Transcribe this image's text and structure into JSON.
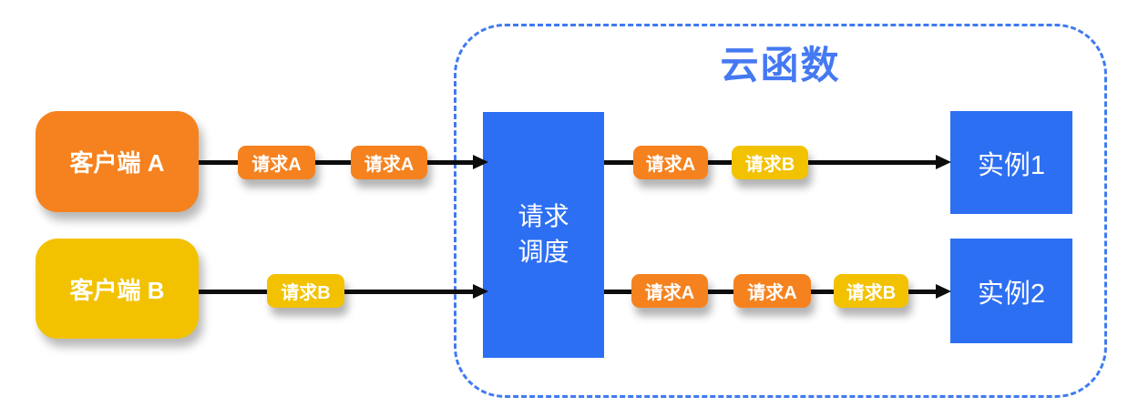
{
  "diagram": {
    "cloud": {
      "title": "云函数"
    },
    "clients": [
      {
        "label": "客户端 A",
        "color": "#f5821f"
      },
      {
        "label": "客户端 B",
        "color": "#f2c200"
      }
    ],
    "dispatcher": {
      "lines": [
        "请求",
        "调度"
      ]
    },
    "instances": [
      {
        "label": "实例1"
      },
      {
        "label": "实例2"
      }
    ],
    "flows": [
      {
        "name": "client-a-to-dispatcher",
        "chips": [
          {
            "label": "请求A",
            "color": "orange"
          },
          {
            "label": "请求A",
            "color": "orange"
          }
        ]
      },
      {
        "name": "client-b-to-dispatcher",
        "chips": [
          {
            "label": "请求B",
            "color": "yellow"
          }
        ]
      },
      {
        "name": "dispatcher-to-instance-1",
        "chips": [
          {
            "label": "请求A",
            "color": "orange"
          },
          {
            "label": "请求B",
            "color": "yellow"
          }
        ]
      },
      {
        "name": "dispatcher-to-instance-2",
        "chips": [
          {
            "label": "请求A",
            "color": "orange"
          },
          {
            "label": "请求A",
            "color": "orange"
          },
          {
            "label": "请求B",
            "color": "yellow"
          }
        ]
      }
    ],
    "colors": {
      "orange": "#f5821f",
      "yellow": "#f2c200",
      "node_blue": "#2d6ff2",
      "accent_blue": "#4479f2",
      "dash_blue": "#3f7af2",
      "arrow_black": "#0d0d0d"
    }
  }
}
